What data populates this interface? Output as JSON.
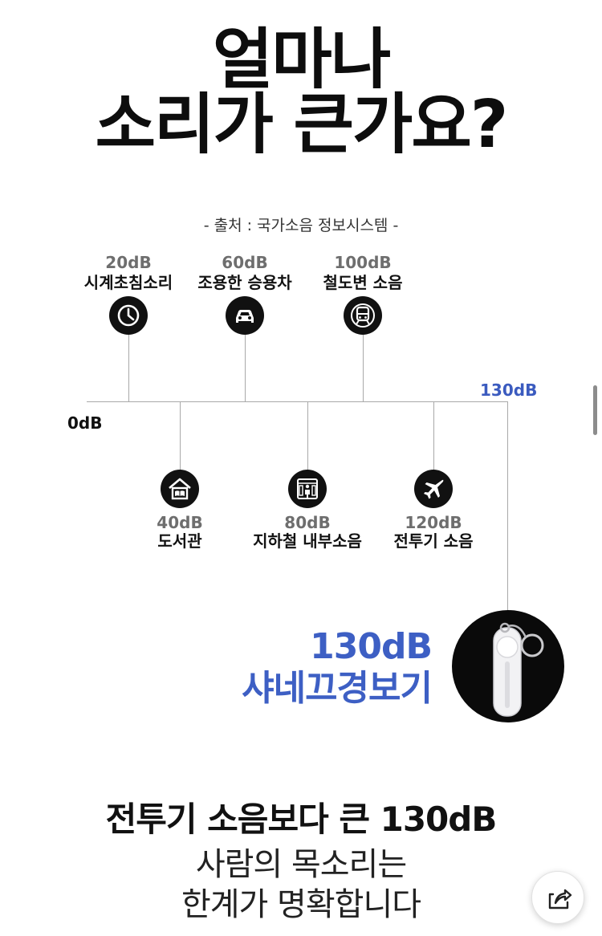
{
  "title": {
    "line1": "얼마나",
    "line2": "소리가 큰가요?"
  },
  "source": "- 출처 : 국가소음 정보시스템 -",
  "scale": {
    "min_label": "0dB",
    "max_label": "130dB"
  },
  "levels": [
    {
      "db": "20dB",
      "name": "시계초침소리",
      "icon": "clock-icon",
      "position": "above"
    },
    {
      "db": "40dB",
      "name": "도서관",
      "icon": "library-icon",
      "position": "below"
    },
    {
      "db": "60dB",
      "name": "조용한 승용차",
      "icon": "car-icon",
      "position": "above"
    },
    {
      "db": "80dB",
      "name": "지하철 내부소음",
      "icon": "subway-interior-icon",
      "position": "below"
    },
    {
      "db": "100dB",
      "name": "철도변 소음",
      "icon": "train-icon",
      "position": "above"
    },
    {
      "db": "120dB",
      "name": "전투기 소음",
      "icon": "fighter-jet-icon",
      "position": "below"
    }
  ],
  "product": {
    "db": "130dB",
    "name": "샤네끄경보기",
    "image": "personal-alarm-keychain"
  },
  "headline": "전투기 소음보다 큰 130dB",
  "subtext": {
    "line1": "사람의 목소리는",
    "line2": "한계가 명확합니다"
  },
  "colors": {
    "accent": "#3d5fc4",
    "text": "#111111",
    "muted": "#6e6e6e",
    "line": "#a9a9a9"
  },
  "share_button": {
    "icon": "share-icon"
  }
}
